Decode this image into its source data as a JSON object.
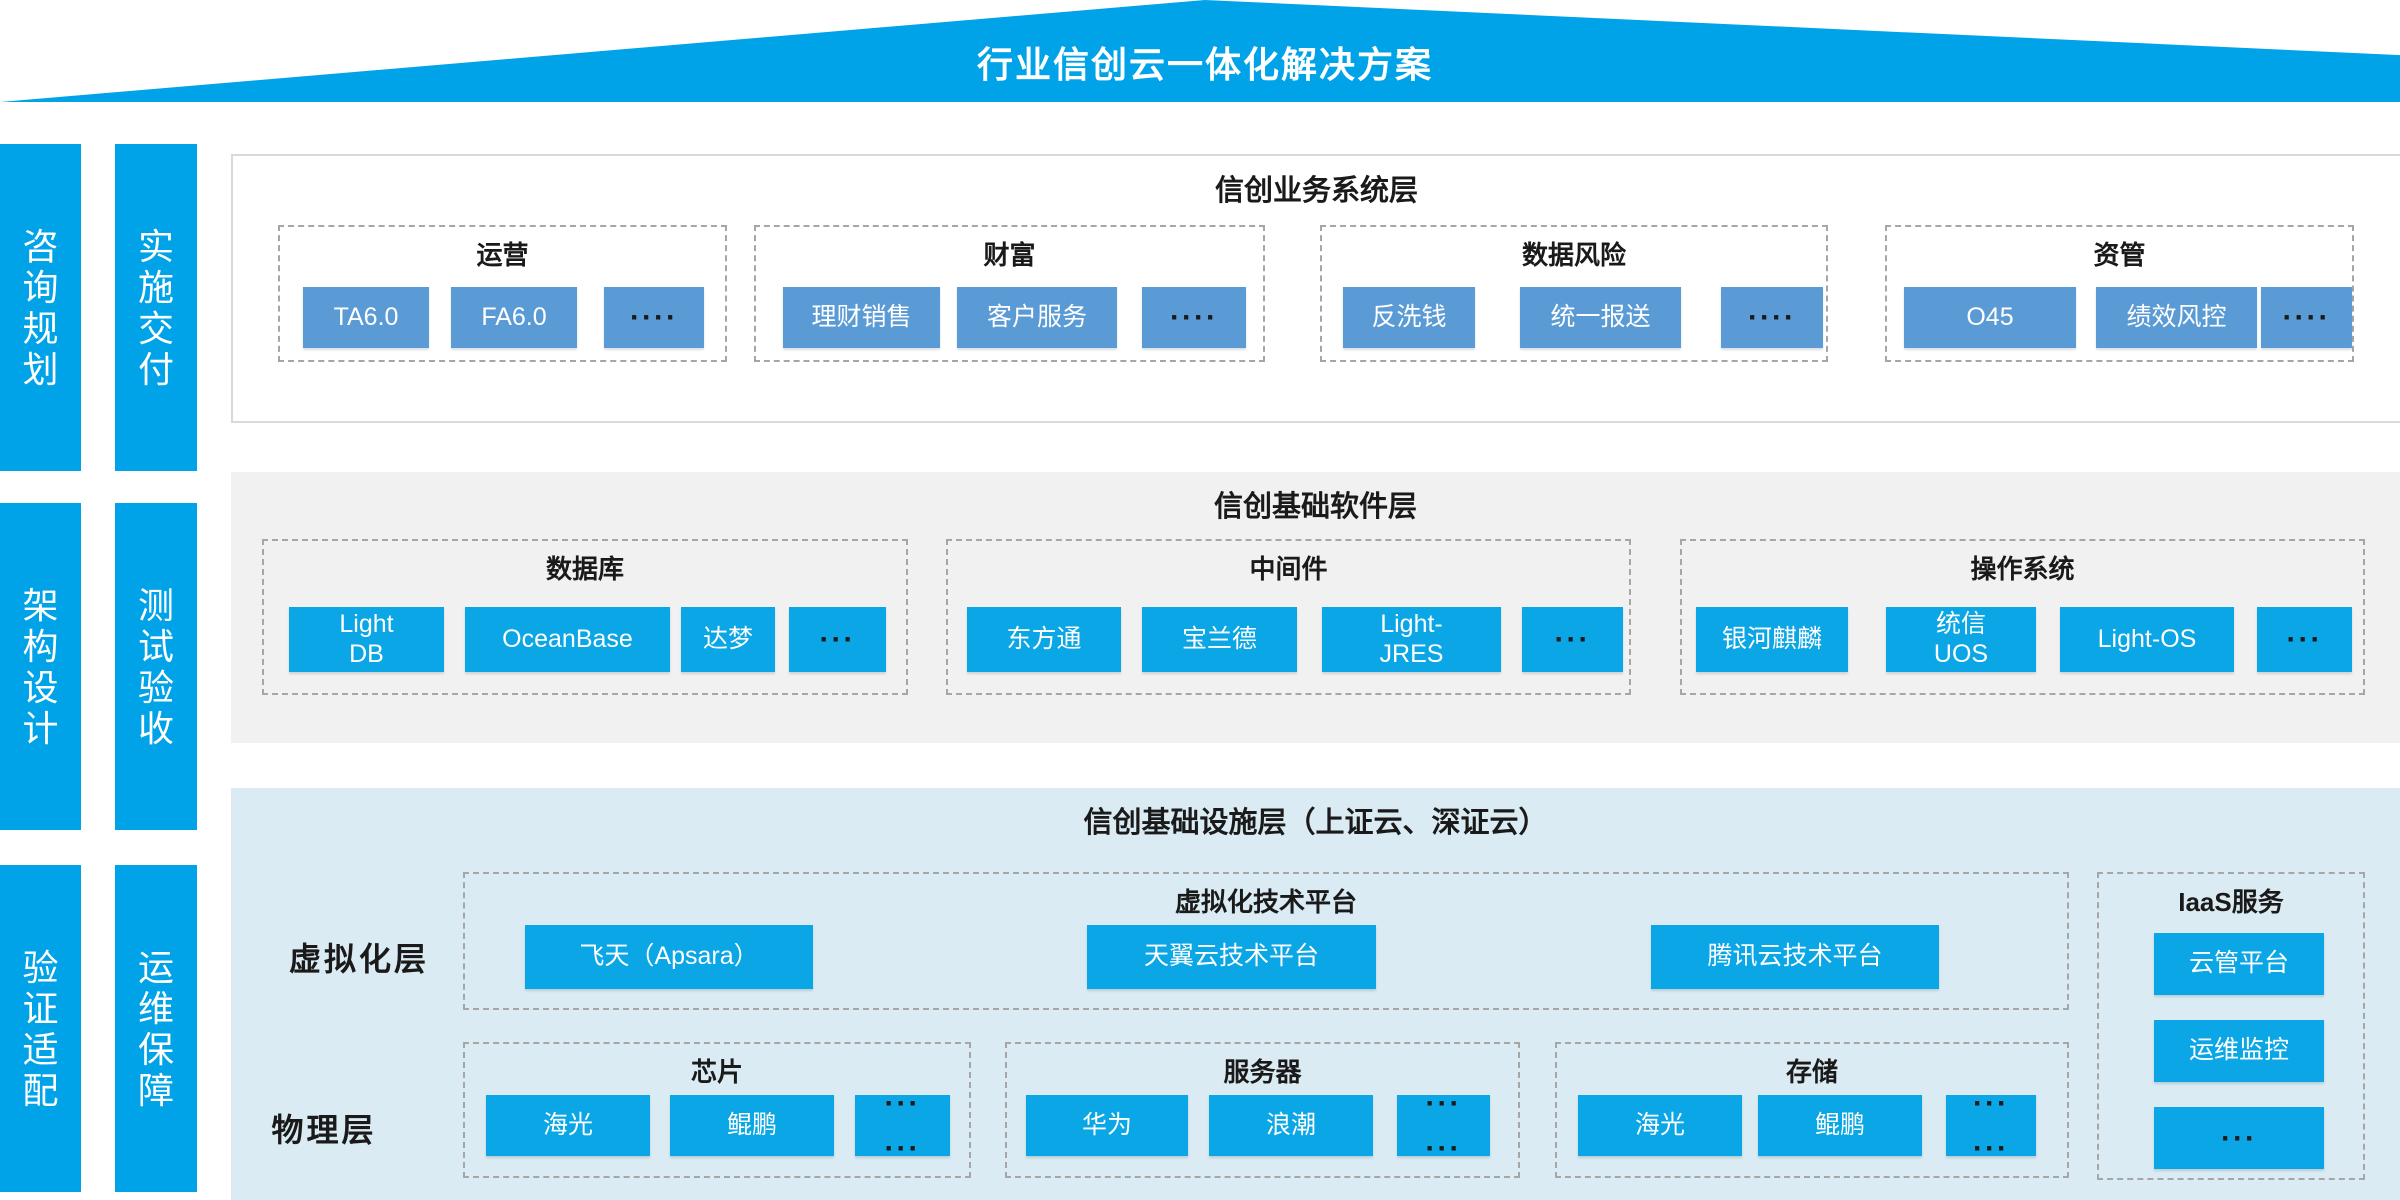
{
  "banner": {
    "title": "行业信创云一体化解决方案"
  },
  "ribbons": [
    {
      "label": "咨询规划"
    },
    {
      "label": "实施交付"
    },
    {
      "label": "架构设计"
    },
    {
      "label": "测试验收"
    },
    {
      "label": "验证适配"
    },
    {
      "label": "运维保障"
    }
  ],
  "business_layer": {
    "title": "信创业务系统层",
    "groups": [
      {
        "title": "运营",
        "chips": [
          {
            "label": "TA6.0"
          },
          {
            "label": "FA6.0"
          },
          {
            "label": "····"
          }
        ]
      },
      {
        "title": "财富",
        "chips": [
          {
            "label": "理财销售"
          },
          {
            "label": "客户服务"
          },
          {
            "label": "····"
          }
        ]
      },
      {
        "title": "数据风险",
        "chips": [
          {
            "label": "反洗钱"
          },
          {
            "label": "统一报送"
          },
          {
            "label": "····"
          }
        ]
      },
      {
        "title": "资管",
        "chips": [
          {
            "label": "O45"
          },
          {
            "label": "绩效风控"
          },
          {
            "label": "····"
          }
        ]
      }
    ]
  },
  "software_layer": {
    "title": "信创基础软件层",
    "groups": [
      {
        "title": "数据库",
        "chips": [
          {
            "label": "Light\nDB"
          },
          {
            "label": "OceanBase"
          },
          {
            "label": "达梦"
          },
          {
            "label": "···"
          }
        ]
      },
      {
        "title": "中间件",
        "chips": [
          {
            "label": "东方通"
          },
          {
            "label": "宝兰德"
          },
          {
            "label": "Light-\nJRES"
          },
          {
            "label": "···"
          }
        ]
      },
      {
        "title": "操作系统",
        "chips": [
          {
            "label": "银河麒麟"
          },
          {
            "label": "统信\nUOS"
          },
          {
            "label": "Light-OS"
          },
          {
            "label": "···"
          }
        ]
      }
    ]
  },
  "infra_layer": {
    "title": "信创基础设施层（上证云、深证云）",
    "virtualization": {
      "label": "虚拟化层",
      "group_title": "虚拟化技术平台",
      "chips": [
        {
          "label": "飞天（Apsara）"
        },
        {
          "label": "天翼云技术平台"
        },
        {
          "label": "腾讯云技术平台"
        }
      ]
    },
    "physical": {
      "label": "物理层",
      "groups": [
        {
          "title": "芯片",
          "chips": [
            {
              "label": "海光"
            },
            {
              "label": "鲲鹏"
            },
            {
              "label": "···\n···"
            }
          ]
        },
        {
          "title": "服务器",
          "chips": [
            {
              "label": "华为"
            },
            {
              "label": "浪潮"
            },
            {
              "label": "···\n···"
            }
          ]
        },
        {
          "title": "存储",
          "chips": [
            {
              "label": "海光"
            },
            {
              "label": "鲲鹏"
            },
            {
              "label": "···\n···"
            }
          ]
        }
      ]
    },
    "iaas": {
      "title": "IaaS服务",
      "chips": [
        {
          "label": "云管平台"
        },
        {
          "label": "运维监控"
        },
        {
          "label": "···"
        }
      ]
    }
  },
  "colors": {
    "accent": "#00A3E8",
    "chip": "#0AA6E6",
    "chip-muted": "#5B9BD5",
    "panel-soft": "#F1F1F1",
    "panel-infra": "#DAEBF3",
    "dash": "#A6A6A6",
    "ink": "#1A1A1A"
  }
}
